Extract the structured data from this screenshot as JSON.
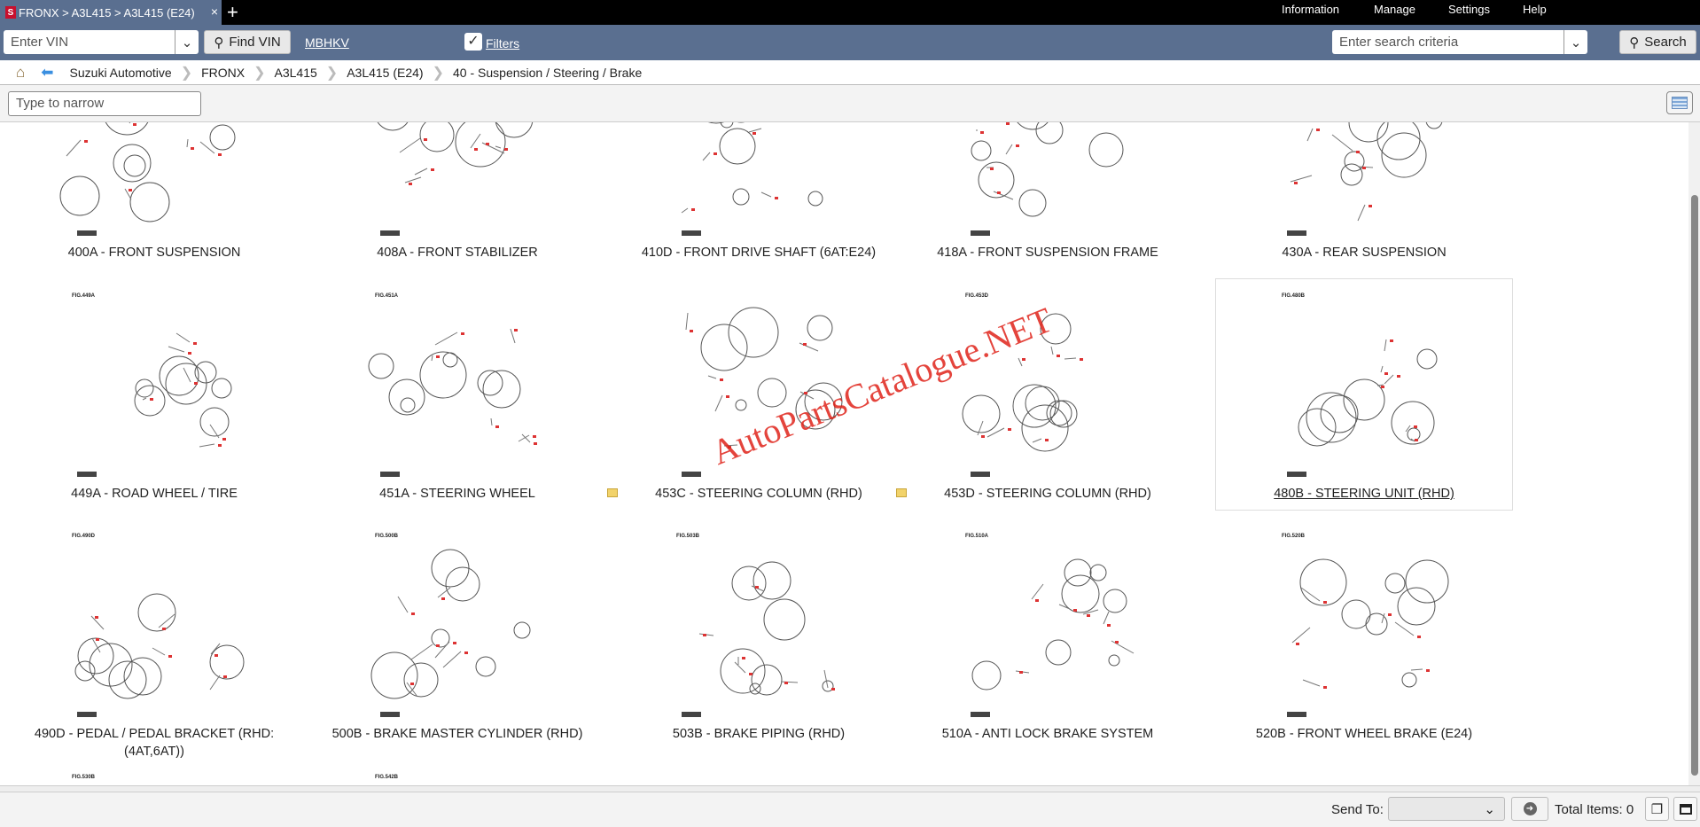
{
  "tab": {
    "title": "FRONX > A3L415 > A3L415 (E24)",
    "close": "×",
    "new": "+",
    "logo": "S"
  },
  "menu": [
    "Information",
    "Manage",
    "Settings",
    "Help"
  ],
  "vin": {
    "placeholder": "Enter VIN",
    "find_label": "Find VIN",
    "link": "MBHKV",
    "filters_label": "Filters",
    "filters_checked": true
  },
  "search": {
    "placeholder": "Enter search criteria",
    "button": "Search"
  },
  "breadcrumb": [
    "Suzuki Automotive",
    "FRONX",
    "A3L415",
    "A3L415 (E24)",
    "40 - Suspension / Steering / Brake"
  ],
  "narrow_placeholder": "Type to narrow",
  "items": [
    {
      "fig": "",
      "title": "400A - FRONT SUSPENSION"
    },
    {
      "fig": "",
      "title": "408A - FRONT STABILIZER"
    },
    {
      "fig": "",
      "title": "410D - FRONT DRIVE SHAFT (6AT:E24)"
    },
    {
      "fig": "",
      "title": "418A - FRONT SUSPENSION FRAME"
    },
    {
      "fig": "",
      "title": "430A - REAR SUSPENSION"
    },
    {
      "fig": "FIG.449A",
      "title": "449A - ROAD WHEEL / TIRE"
    },
    {
      "fig": "FIG.451A",
      "title": "451A - STEERING WHEEL"
    },
    {
      "fig": "",
      "title": "453C - STEERING COLUMN (RHD)",
      "note": true
    },
    {
      "fig": "FIG.453D",
      "title": "453D - STEERING COLUMN (RHD)",
      "note": true
    },
    {
      "fig": "FIG.480B",
      "title": "480B - STEERING UNIT (RHD)",
      "selected": true
    },
    {
      "fig": "FIG.490D",
      "title": "490D - PEDAL / PEDAL BRACKET (RHD:(4AT,6AT))"
    },
    {
      "fig": "FIG.500B",
      "title": "500B - BRAKE MASTER CYLINDER (RHD)"
    },
    {
      "fig": "FIG.503B",
      "title": "503B - BRAKE PIPING (RHD)"
    },
    {
      "fig": "FIG.510A",
      "title": "510A - ANTI LOCK BRAKE SYSTEM"
    },
    {
      "fig": "FIG.520B",
      "title": "520B - FRONT WHEEL BRAKE (E24)"
    },
    {
      "fig": "FIG.530B",
      "title": ""
    },
    {
      "fig": "FIG.542B",
      "title": ""
    }
  ],
  "watermark": "AutoPartsCatalogue.NET",
  "footer": {
    "send_to": "Send To:",
    "total": "Total Items: 0"
  }
}
